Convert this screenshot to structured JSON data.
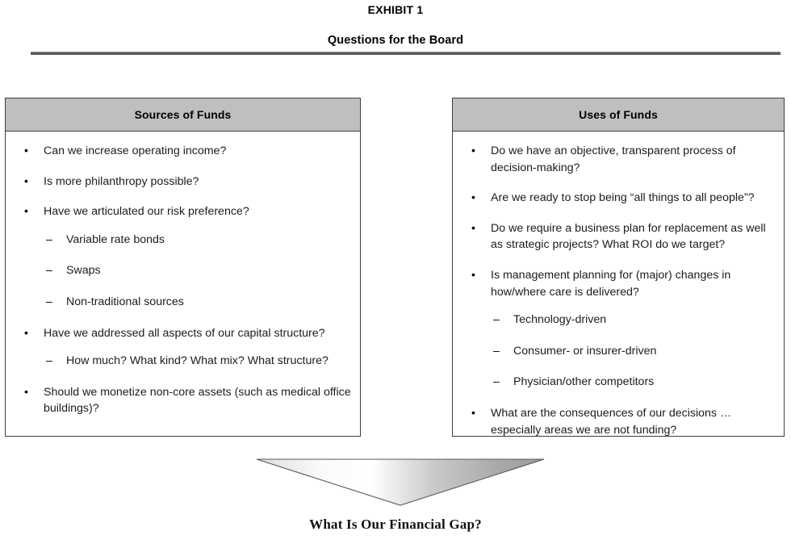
{
  "header": {
    "exhibit_label": "EXHIBIT 1",
    "subtitle": "Questions for the Board"
  },
  "panels": [
    {
      "id": "sources",
      "title": "Sources of Funds",
      "items": [
        {
          "text": "Can we increase operating income?",
          "sub": []
        },
        {
          "text": "Is more philanthropy possible?",
          "sub": []
        },
        {
          "text": "Have we articulated our risk preference?",
          "sub": [
            "Variable rate bonds",
            "Swaps",
            "Non-traditional sources"
          ]
        },
        {
          "text": "Have we addressed all aspects of our capital structure?",
          "sub": [
            "How much? What kind? What mix? What structure?"
          ]
        },
        {
          "text": "Should we monetize non-core assets (such as medical office buildings)?",
          "sub": []
        }
      ]
    },
    {
      "id": "uses",
      "title": "Uses of Funds",
      "items": [
        {
          "text": "Do we have an objective, transparent process of decision-making?",
          "sub": []
        },
        {
          "text": "Are we ready to stop being “all things to all people”?",
          "sub": []
        },
        {
          "text": "Do we require a business plan for replacement as well as strategic projects? What ROI do we target?",
          "sub": []
        },
        {
          "text": "Is management planning for (major) changes in how/where care is delivered?",
          "sub": [
            "Technology-driven",
            "Consumer- or insurer-driven",
            "Physician/other competitors"
          ]
        },
        {
          "text": "What are the consequences of our decisions … especially areas we are not funding?",
          "sub": []
        }
      ]
    }
  ],
  "footer": {
    "caption": "What Is Our Financial Gap?"
  },
  "colors": {
    "panel_header_fill": "#BFBFBF",
    "panel_border": "#3F3F3F",
    "rule": "#595959",
    "arrow_light": "#FFFFFF",
    "arrow_dark": "#A6A6A6",
    "text": "#1C1C1C"
  }
}
